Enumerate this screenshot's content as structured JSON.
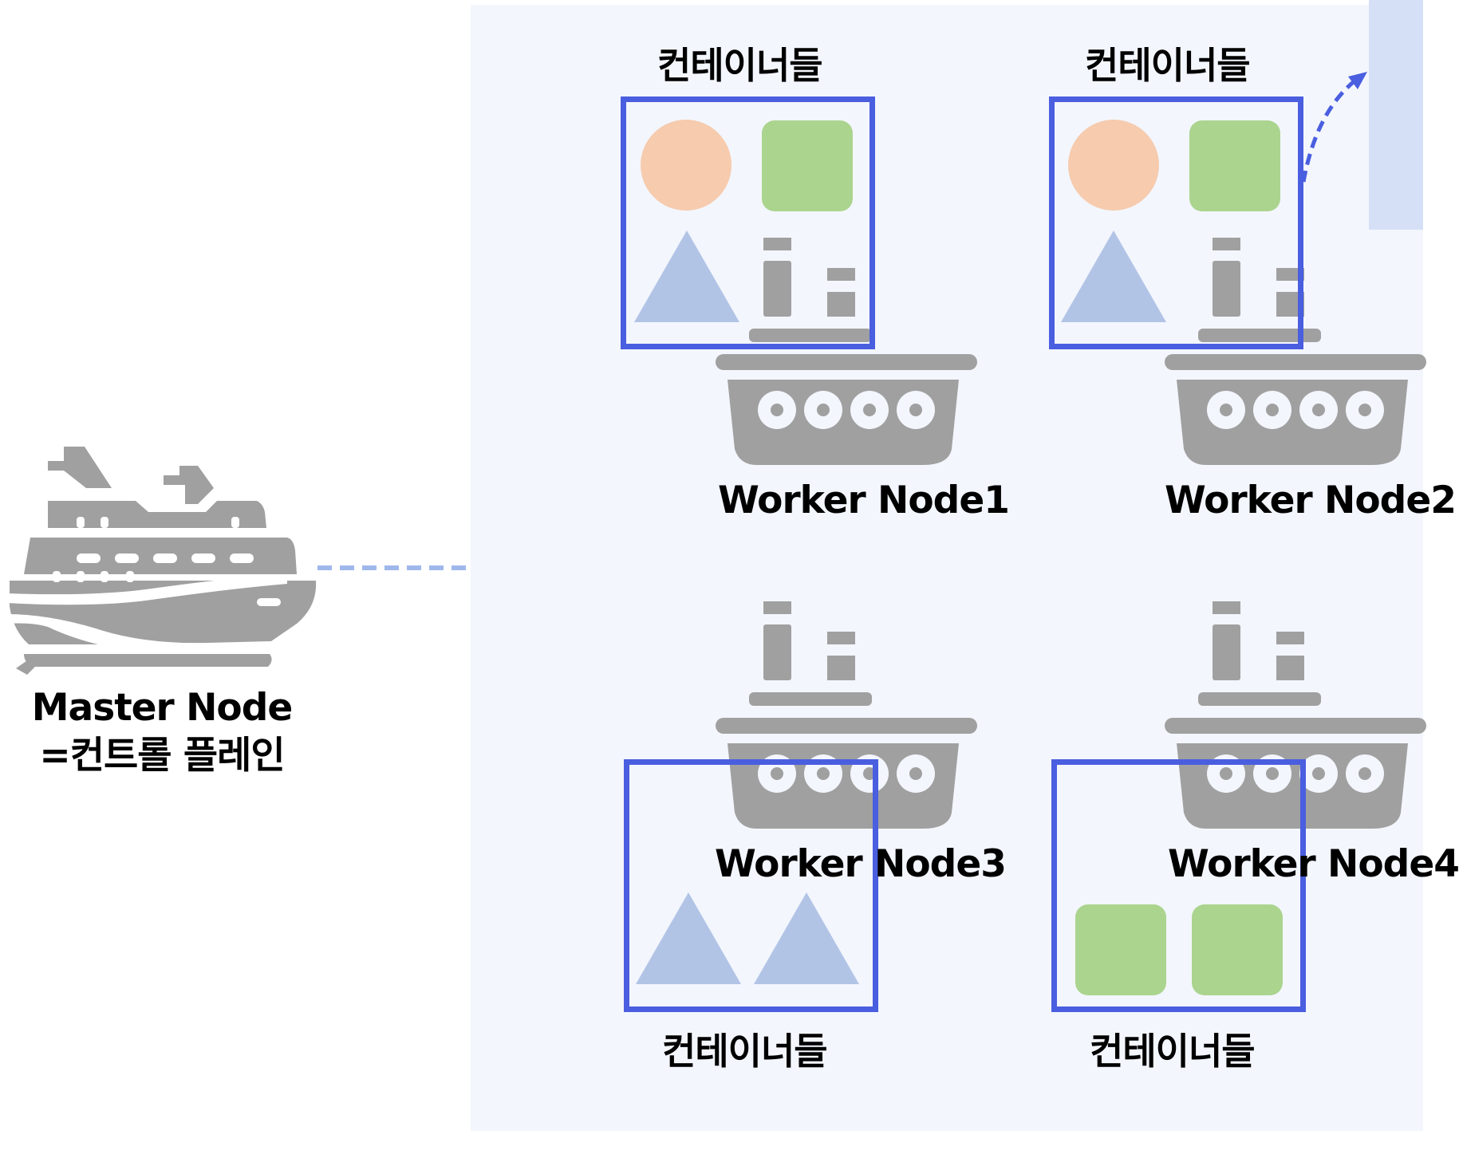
{
  "master": {
    "title": "Master Node",
    "subtitle": "=컨트롤 플레인"
  },
  "workers": [
    {
      "name": "Worker Node1",
      "containers_label": "컨테이너들"
    },
    {
      "name": "Worker Node2",
      "containers_label": "컨테이너들"
    },
    {
      "name": "Worker Node3",
      "containers_label": "컨테이너들"
    },
    {
      "name": "Worker Node4",
      "containers_label": "컨테이너들"
    }
  ],
  "colors": {
    "ship": "#a0a0a0",
    "container_box": "#4a5ee0",
    "circle": "#f6cbae",
    "square": "#abd48e",
    "triangle": "#b2c4e6",
    "link_dashed": "#9fb8ec",
    "arrow": "#4a5ee0",
    "cluster_bg": "#f3f6fd",
    "callout_bg": "#d5e0f7"
  }
}
